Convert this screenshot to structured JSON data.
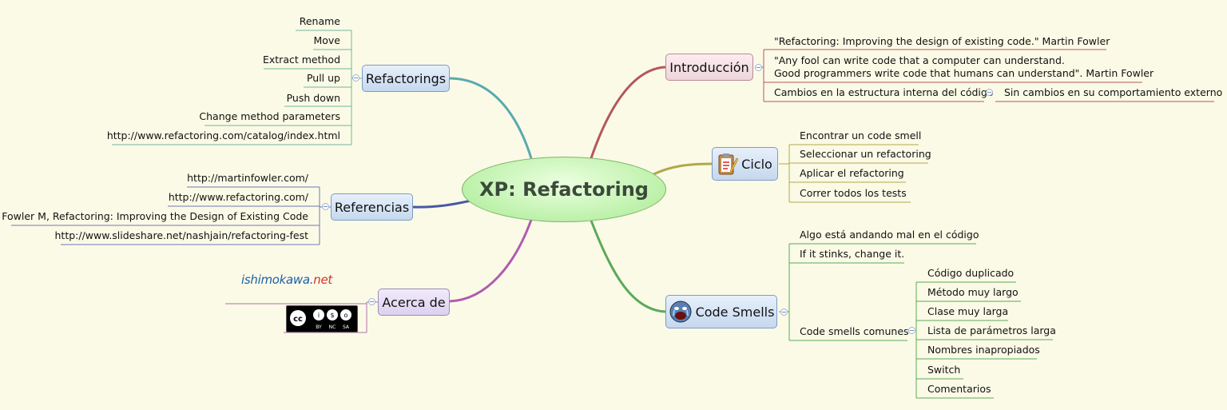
{
  "central_topic": "XP: Refactoring",
  "refactorings": {
    "label": "Refactorings",
    "items": [
      "Rename",
      "Move",
      "Extract method",
      "Pull up",
      "Push down",
      "Change method parameters",
      "http://www.refactoring.com/catalog/index.html"
    ]
  },
  "referencias": {
    "label": "Referencias",
    "items": [
      "http://martinfowler.com/",
      "http://www.refactoring.com/",
      "Fowler M, Refactoring: Improving the Design of Existing Code",
      "http://www.slideshare.net/nashjain/refactoring-fest"
    ]
  },
  "acerca": {
    "label": "Acerca de",
    "logo_main": "ishimokawa.",
    "logo_suffix": "net",
    "cc_badge": "cc BY NC SA",
    "logo_icon": "lshimokawa-logo",
    "cc_icon": "creative-commons-badge"
  },
  "introduccion": {
    "label": "Introducción",
    "quote1": "\"Refactoring: Improving the design of existing code.\" Martin Fowler",
    "quote2_line1": "\"Any fool can write code that a computer can understand.",
    "quote2_line2": "Good programmers write code that humans can understand\". Martin Fowler",
    "cambios": "Cambios en la estructura interna del código",
    "sin_cambios": "Sin cambios en su comportamiento externo"
  },
  "ciclo": {
    "label": "Ciclo",
    "icon": "clipboard-icon",
    "items": [
      "Encontrar un code smell",
      "Seleccionar un refactoring",
      "Aplicar el refactoring",
      "Correr todos los tests"
    ]
  },
  "code_smells": {
    "label": "Code Smells",
    "icon": "crying-face-icon",
    "items": [
      "Algo está andando mal en el código",
      "If it stinks, change it.",
      "Code smells comunes"
    ],
    "comunes": [
      "Código duplicado",
      "Método muy largo",
      "Clase muy larga",
      "Lista de parámetros larga",
      "Nombres inapropiados",
      "Switch",
      "Comentarios"
    ]
  },
  "colors": {
    "refactorings_branch": "#5ba9b0",
    "referencias_branch": "#4a57a6",
    "acerca_branch": "#b05cb0",
    "introduccion_branch": "#b4585a",
    "ciclo_branch": "#b0a84a",
    "code_smells_branch": "#5aa95a"
  }
}
